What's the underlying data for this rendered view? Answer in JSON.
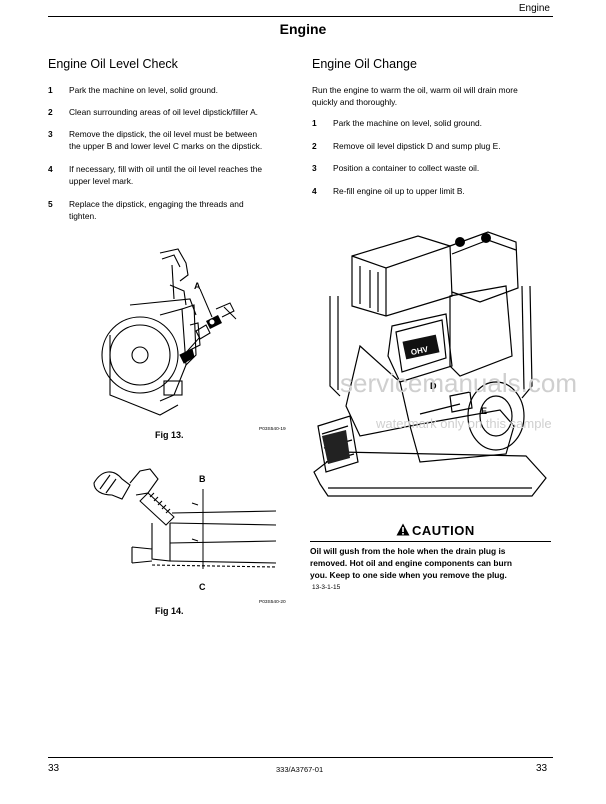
{
  "header": {
    "section": "Engine"
  },
  "page_title": "Engine",
  "left": {
    "title": "Engine Oil Level Check",
    "steps": [
      {
        "num": "1",
        "lines": [
          "Park the machine on level, solid ground."
        ]
      },
      {
        "num": "2",
        "lines": [
          "Clean surrounding areas of oil level dipstick/filler A."
        ]
      },
      {
        "num": "3",
        "lines": [
          "Remove the dipstick, the oil level must be between",
          "the upper B and lower level C marks on the dipstick."
        ]
      },
      {
        "num": "4",
        "lines": [
          "If necessary, fill with oil until the oil level reaches the",
          "upper level mark."
        ]
      },
      {
        "num": "5",
        "lines": [
          "Replace  the  dipstick,  engaging  the  threads  and",
          "tighten."
        ]
      }
    ],
    "fig13": {
      "label": "Fig 13.",
      "code": "P03S540-19",
      "callout_a": "A"
    },
    "fig14": {
      "label": "Fig 14.",
      "code": "P03S540-20",
      "callout_b": "B",
      "callout_c": "C"
    }
  },
  "right": {
    "title": "Engine Oil Change",
    "intro": [
      "Run the engine to warm the oil, warm oil will drain more",
      "quickly and thoroughly."
    ],
    "steps": [
      {
        "num": "1",
        "lines": [
          "Park the machine on level, solid ground."
        ]
      },
      {
        "num": "2",
        "lines": [
          "Remove oil level dipstick D and sump plug E."
        ]
      },
      {
        "num": "3",
        "lines": [
          "Position a container to collect waste oil."
        ]
      },
      {
        "num": "4",
        "lines": [
          "Re-fill engine oil up to upper limit B."
        ]
      }
    ],
    "engine_fig": {
      "callout_d": "D",
      "callout_e": "E",
      "brand_mark": "OHV"
    },
    "watermark": {
      "site": "servicemanuals.com",
      "sample": "watermark only on this sample"
    },
    "caution": {
      "title": "CAUTION",
      "lines": [
        "Oil will gush from the hole when the drain plug is",
        "removed. Hot oil and engine components can burn",
        "you. Keep to one side when you remove the plug."
      ],
      "code": "13-3-1-15"
    }
  },
  "footer": {
    "left_page": "33",
    "doc_number": "333/A3767-01",
    "right_page": "33"
  }
}
